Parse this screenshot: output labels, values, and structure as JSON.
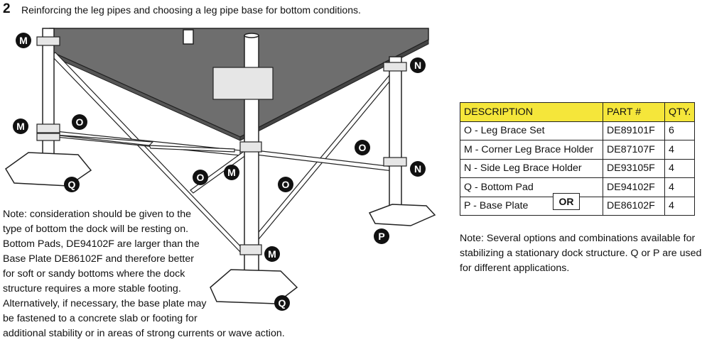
{
  "step": {
    "number": "2",
    "title": "Reinforcing the leg pipes and choosing a leg pipe base for bottom conditions."
  },
  "table": {
    "headers": [
      "DESCRIPTION",
      "PART #",
      "QTY."
    ],
    "rows": [
      {
        "description": "O - Leg Brace Set",
        "part": "DE89101F",
        "qty": "6"
      },
      {
        "description": "M - Corner Leg Brace Holder",
        "part": "DE87107F",
        "qty": "4"
      },
      {
        "description": "N - Side Leg Brace Holder",
        "part": "DE93105F",
        "qty": "4"
      },
      {
        "description": "Q - Bottom Pad",
        "part": "DE94102F",
        "qty": "4"
      },
      {
        "description": "P - Base Plate",
        "part": "DE86102F",
        "qty": "4"
      }
    ],
    "or_label": "OR",
    "header_color": "#f5e63a"
  },
  "note_left": {
    "lines": [
      "Note: consideration should be given to the",
      "type of bottom the dock will be resting on.",
      "Bottom Pads, DE94102F are larger than the",
      "Base Plate DE86102F and therefore better",
      "for soft or sandy bottoms where the dock",
      "structure requires a more stable footing.",
      "Alternatively, if necessary, the base plate may",
      "be fastened to a concrete slab or footing for",
      "additional stability or in areas of strong currents or wave action."
    ]
  },
  "note_right": {
    "lines": [
      "Note: Several options and combinations available for",
      "stabilizing a stationary dock structure. Q or P are used",
      "for different applications."
    ]
  },
  "diagram_labels": {
    "M": "M",
    "N": "N",
    "O": "O",
    "P": "P",
    "Q": "Q"
  }
}
